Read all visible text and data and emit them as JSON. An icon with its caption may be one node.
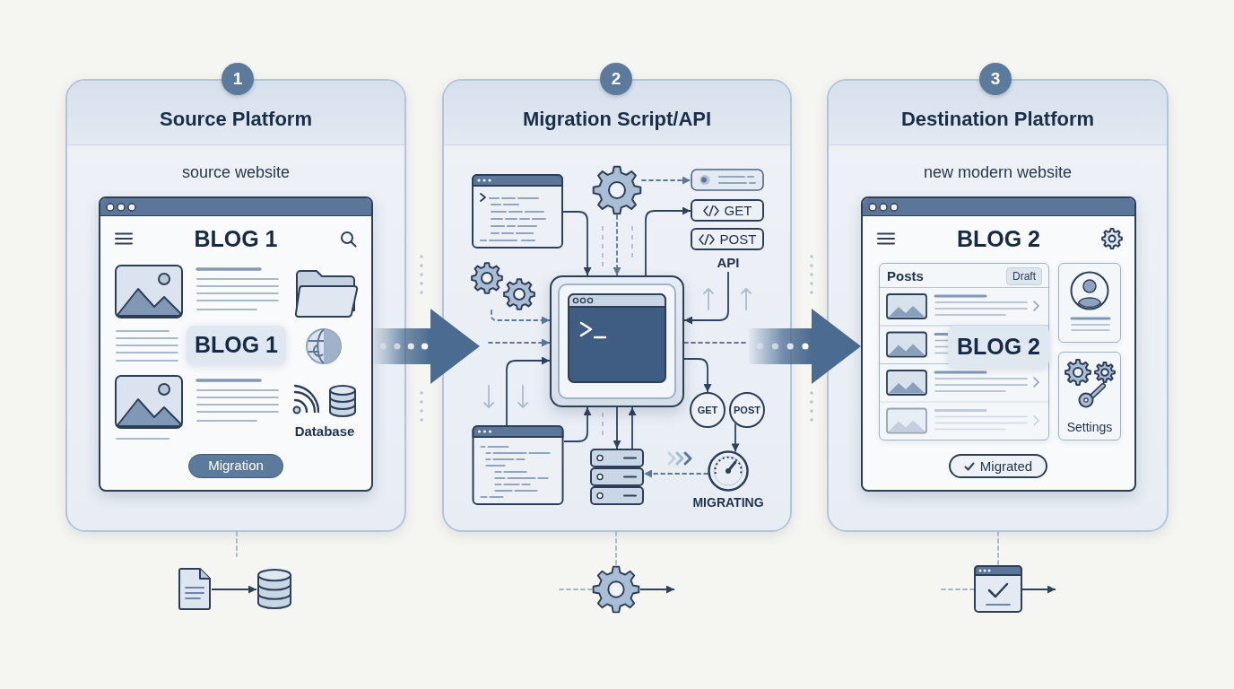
{
  "diagram": {
    "nodes": [
      {
        "text": [
          "1"
        ]
      },
      {
        "text": [
          "Source Platform",
          "source website"
        ]
      },
      {
        "text": [
          "BLOG 1",
          "Database"
        ],
        "in": 1
      },
      {
        "text": [
          "BLOG 1"
        ],
        "in": 2
      },
      {
        "text": [
          "Migration"
        ],
        "in": 2
      },
      {
        "text": [
          "2"
        ]
      },
      {
        "text": [
          "Migration Script/API"
        ]
      },
      {
        "text": [],
        "shape": "window",
        "in": 6
      },
      {
        "text": [],
        "shape": "gear",
        "in": 6
      },
      {
        "text": [],
        "shape": "box",
        "in": 6
      },
      {
        "text": [
          "GET"
        ],
        "in": 6
      },
      {
        "text": [
          "POST"
        ],
        "in": 6
      },
      {
        "text": [
          "API"
        ],
        "in": 6
      },
      {
        "text": [],
        "shape": "gear",
        "in": 6
      },
      {
        "text": [],
        "shape": "window",
        "in": 6
      },
      {
        "text": [],
        "shape": "window",
        "in": 6
      },
      {
        "text": [
          "GET"
        ],
        "in": 6
      },
      {
        "text": [
          "POST"
        ],
        "in": 6
      },
      {
        "text": [],
        "shape": "server",
        "in": 6
      },
      {
        "text": [],
        "shape": "gauge",
        "in": 6,
        "beside": [
          "MIGRATING"
        ]
      },
      {
        "text": [
          "3"
        ]
      },
      {
        "text": [
          "Destination Platform",
          "new modern website"
        ]
      },
      {
        "text": [
          "BLOG 2"
        ],
        "in": 21
      },
      {
        "text": [
          "Posts"
        ],
        "in": 22
      },
      {
        "text": [
          "Draft"
        ],
        "in": 23
      },
      {
        "text": [
          "BLOG 2"
        ],
        "in": 23
      },
      {
        "text": [],
        "shape": "box",
        "in": 22
      },
      {
        "text": [
          "Settings"
        ],
        "in": 22
      },
      {
        "text": [
          "Migrated"
        ],
        "in": 22
      },
      {
        "text": [],
        "shape": "document"
      },
      {
        "text": [],
        "shape": "cylinder"
      },
      {
        "text": [],
        "shape": "gear"
      },
      {
        "text": [],
        "shape": "window"
      }
    ],
    "edges": [
      {
        "from": 2,
        "to": 6,
        "arrow": "to",
        "style": "thick",
        "color": "#4b6b91"
      },
      {
        "from": null,
        "to": 14,
        "arrow": "to",
        "style": "dashed",
        "color": "#5b789c"
      },
      {
        "from": 7,
        "to": 14,
        "arrow": "to"
      },
      {
        "from": 8,
        "to": 14,
        "arrow": "to",
        "style": "dashed",
        "color": "#5b789c"
      },
      {
        "from": 14,
        "to": 10,
        "arrow": "to"
      },
      {
        "from": 8,
        "to": 9,
        "arrow": "to",
        "style": "dashed",
        "color": "#5b789c"
      },
      {
        "from": 12,
        "to": 14,
        "arrow": "to"
      },
      {
        "from": 13,
        "to": 14,
        "arrow": "to",
        "style": "dashed",
        "color": "#5b789c"
      },
      {
        "from": 15,
        "to": 14,
        "arrow": "to"
      },
      {
        "from": 15,
        "to": 14,
        "arrow": "to"
      },
      {
        "from": 14,
        "to": 18,
        "arrow": "to"
      },
      {
        "from": 18,
        "to": 14,
        "arrow": "to"
      },
      {
        "from": 19,
        "to": 18,
        "arrow": "to",
        "style": "dashed",
        "color": "#5b789c"
      },
      {
        "from": 14,
        "to": 16,
        "arrow": "to"
      },
      {
        "from": 17,
        "to": 19,
        "arrow": "to"
      },
      {
        "from": 14,
        "to": null,
        "arrow": "none",
        "style": "dashed",
        "color": "#5b789c"
      },
      {
        "from": 6,
        "to": 22,
        "arrow": "to",
        "style": "thick",
        "color": "#4b6b91"
      },
      {
        "from": 1,
        "to": null,
        "arrow": "none",
        "style": "dashed",
        "color": "#a3b4ca"
      },
      {
        "from": 29,
        "to": 30,
        "arrow": "to"
      },
      {
        "from": 6,
        "to": 31,
        "arrow": "none",
        "style": "dashed",
        "color": "#a3b4ca"
      },
      {
        "from": null,
        "to": 31,
        "arrow": "none",
        "style": "dashed",
        "color": "#a3b4ca"
      },
      {
        "from": 31,
        "to": null,
        "arrow": "to"
      },
      {
        "from": 21,
        "to": 32,
        "arrow": "none",
        "style": "dashed",
        "color": "#a3b4ca"
      },
      {
        "from": null,
        "to": 32,
        "arrow": "none",
        "style": "dashed",
        "color": "#a3b4ca"
      },
      {
        "from": 32,
        "to": null,
        "arrow": "to"
      }
    ]
  }
}
